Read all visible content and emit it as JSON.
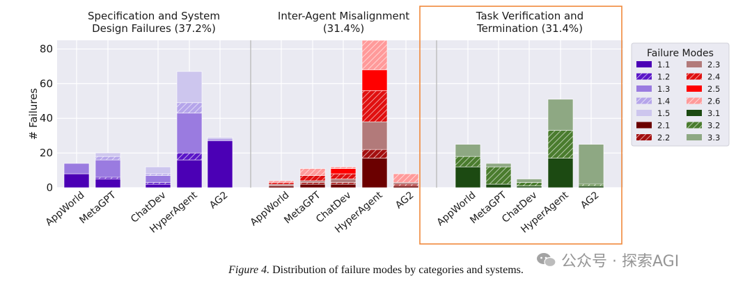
{
  "figure": {
    "caption_lead": "Figure 4.",
    "caption_text": "Distribution of failure modes by categories and systems.",
    "watermark": "公众号 · 探索AGI"
  },
  "chart_data": {
    "type": "bar",
    "stacked": true,
    "ylabel": "# Failures",
    "ylim": [
      0,
      85
    ],
    "yticks": [
      0,
      20,
      40,
      60,
      80
    ],
    "grid": true,
    "systems": [
      "AppWorld",
      "MetaGPT",
      "ChatDev",
      "HyperAgent",
      "AG2"
    ],
    "panels": [
      {
        "title_lines": [
          "Specification and System",
          "Design Failures (37.2%)"
        ],
        "highlighted": false,
        "series": [
          {
            "name": "1.1",
            "values": [
              8,
              5,
              2,
              16,
              27
            ]
          },
          {
            "name": "1.2",
            "values": [
              0,
              1,
              1,
              4,
              0
            ]
          },
          {
            "name": "1.3",
            "values": [
              6,
              10,
              4,
              23,
              1
            ]
          },
          {
            "name": "1.4",
            "values": [
              0,
              2,
              1,
              6,
              0
            ]
          },
          {
            "name": "1.5",
            "values": [
              0,
              2,
              4,
              18,
              1
            ]
          }
        ]
      },
      {
        "title_lines": [
          "Inter-Agent Misalignment",
          "(31.4%)"
        ],
        "highlighted": false,
        "series": [
          {
            "name": "2.1",
            "values": [
              1,
              2,
              2,
              17,
              1
            ]
          },
          {
            "name": "2.2",
            "values": [
              0,
              1,
              1,
              5,
              1
            ]
          },
          {
            "name": "2.3",
            "values": [
              1,
              1,
              2,
              16,
              1
            ]
          },
          {
            "name": "2.4",
            "values": [
              1,
              3,
              3,
              18,
              0
            ]
          },
          {
            "name": "2.5",
            "values": [
              0,
              0,
              3,
              12,
              0
            ]
          },
          {
            "name": "2.6",
            "values": [
              1,
              4,
              1,
              17,
              5
            ]
          }
        ]
      },
      {
        "title_lines": [
          "Task Verification and",
          "Termination (31.4%)"
        ],
        "highlighted": true,
        "series": [
          {
            "name": "3.1",
            "values": [
              12,
              2,
              1,
              17,
              1
            ]
          },
          {
            "name": "3.2",
            "values": [
              6,
              10,
              2,
              16,
              1
            ]
          },
          {
            "name": "3.3",
            "values": [
              7,
              2,
              2,
              18,
              23
            ]
          }
        ]
      }
    ],
    "legend": {
      "title": "Failure Modes",
      "placement": "right",
      "columns": [
        [
          "1.1",
          "1.2",
          "1.3",
          "1.4",
          "1.5",
          "2.1",
          "2.2"
        ],
        [
          "2.3",
          "2.4",
          "2.5",
          "2.6",
          "3.1",
          "3.2",
          "3.3"
        ]
      ]
    },
    "styles": {
      "1.1": {
        "color": "#4b00b5",
        "hatch": false,
        "alpha": 1.0
      },
      "1.2": {
        "color": "#5a16c8",
        "hatch": true,
        "alpha": 1.0
      },
      "1.3": {
        "color": "#9a7be0",
        "hatch": false,
        "alpha": 1.0
      },
      "1.4": {
        "color": "#b5a5ea",
        "hatch": true,
        "alpha": 1.0
      },
      "1.5": {
        "color": "#cdc6ee",
        "hatch": false,
        "alpha": 1.0
      },
      "2.1": {
        "color": "#6b0000",
        "hatch": false,
        "alpha": 1.0
      },
      "2.2": {
        "color": "#a30f0f",
        "hatch": true,
        "alpha": 1.0
      },
      "2.3": {
        "color": "#b27a7a",
        "hatch": false,
        "alpha": 1.0
      },
      "2.4": {
        "color": "#e01010",
        "hatch": true,
        "alpha": 1.0
      },
      "2.5": {
        "color": "#ff0000",
        "hatch": false,
        "alpha": 1.0
      },
      "2.6": {
        "color": "#ff9a9a",
        "hatch": true,
        "alpha": 1.0
      },
      "3.1": {
        "color": "#1c4a12",
        "hatch": false,
        "alpha": 1.0
      },
      "3.2": {
        "color": "#4a7c2e",
        "hatch": true,
        "alpha": 1.0
      },
      "3.3": {
        "color": "#8ea883",
        "hatch": false,
        "alpha": 1.0
      }
    },
    "colors": {
      "plot_bg": "#eaeaf2",
      "grid": "#ffffff",
      "separator": "#b8b8b8",
      "highlight_box": "#f0883a",
      "text": "#1a1a1a"
    }
  }
}
